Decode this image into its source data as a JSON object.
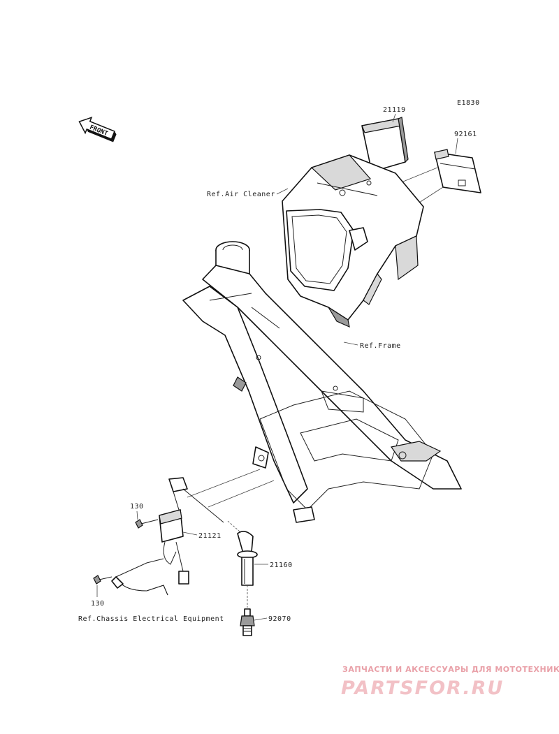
{
  "diagram": {
    "code": "E1830",
    "front_label": "FRONT",
    "parts": {
      "p21119": "21119",
      "p92161": "92161",
      "p130_a": "130",
      "p130_b": "130",
      "p21121": "21121",
      "p21160": "21160",
      "p92070": "92070"
    },
    "refs": {
      "air_cleaner": "Ref.Air Cleaner",
      "frame": "Ref.Frame",
      "chassis_electrical": "Ref.Chassis Electrical Equipment"
    }
  },
  "watermark": {
    "tagline": "ЗАПЧАСТИ И АКСЕССУАРЫ ДЛЯ МОТОТЕХНИКИ",
    "brand": "PARTSFOR.RU"
  }
}
